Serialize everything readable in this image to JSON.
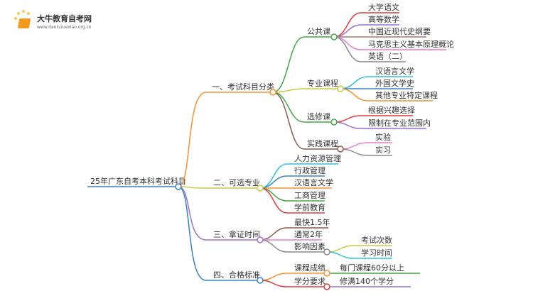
{
  "logo": {
    "name": "大牛教育自考网",
    "url": "www.daniuzuexiao.org.cn"
  },
  "root": {
    "label": "25年广东自考本科考试科目",
    "color": "#3b82c4"
  },
  "branches": [
    {
      "label": "一、考试科目分类",
      "color": "#f7922e",
      "children": [
        {
          "label": "公共课",
          "color": "#43a843",
          "children": [
            {
              "label": "大学语文",
              "color": "#e03b3b"
            },
            {
              "label": "高等数学",
              "color": "#9b6fcf"
            },
            {
              "label": "中国近现代史纲要",
              "color": "#a57a72"
            },
            {
              "label": "马克思主义基本原理概论",
              "color": "#e77fc9"
            },
            {
              "label": "英语（二）",
              "color": "#8a8a8a"
            }
          ]
        },
        {
          "label": "专业课程",
          "color": "#c9c943",
          "children": [
            {
              "label": "汉语言文学",
              "color": "#2ec3d8"
            },
            {
              "label": "外国文学史",
              "color": "#3b82c4"
            },
            {
              "label": "其他专业特定课程",
              "color": "#f7922e"
            }
          ]
        },
        {
          "label": "选修课",
          "color": "#43a843",
          "children": [
            {
              "label": "根据兴趣选择",
              "color": "#e03b3b"
            },
            {
              "label": "限制在专业范围内",
              "color": "#9b6fcf"
            }
          ]
        },
        {
          "label": "实践课程",
          "color": "#8c5a4e",
          "children": [
            {
              "label": "实验",
              "color": "#e77fc9"
            },
            {
              "label": "实习",
              "color": "#8a8a8a"
            }
          ]
        }
      ]
    },
    {
      "label": "二、可选专业",
      "color": "#c9c943",
      "children": [
        {
          "label": "人力资源管理",
          "color": "#2ec3d8"
        },
        {
          "label": "行政管理",
          "color": "#3b82c4"
        },
        {
          "label": "汉语言文学",
          "color": "#f7922e"
        },
        {
          "label": "工商管理",
          "color": "#43a843"
        },
        {
          "label": "学前教育",
          "color": "#e03b3b"
        }
      ]
    },
    {
      "label": "三、拿证时间",
      "color": "#9b6fcf",
      "children": [
        {
          "label": "最快1.5年",
          "color": "#8c5a4e"
        },
        {
          "label": "通常2年",
          "color": "#e77fc9"
        },
        {
          "label": "影响因素",
          "color": "#8a8a8a",
          "children": [
            {
              "label": "考试次数",
              "color": "#c9c943"
            },
            {
              "label": "学习时间",
              "color": "#2ec3d8"
            }
          ]
        }
      ]
    },
    {
      "label": "四、合格标准",
      "color": "#3b82c4",
      "children": [
        {
          "label": "课程成绩",
          "color": "#f7922e",
          "children": [
            {
              "label": "每门课程60分以上",
              "color": "#43a843"
            }
          ]
        },
        {
          "label": "学分要求",
          "color": "#e03b3b",
          "children": [
            {
              "label": "修满140个学分",
              "color": "#9b6fcf"
            }
          ]
        }
      ]
    }
  ]
}
